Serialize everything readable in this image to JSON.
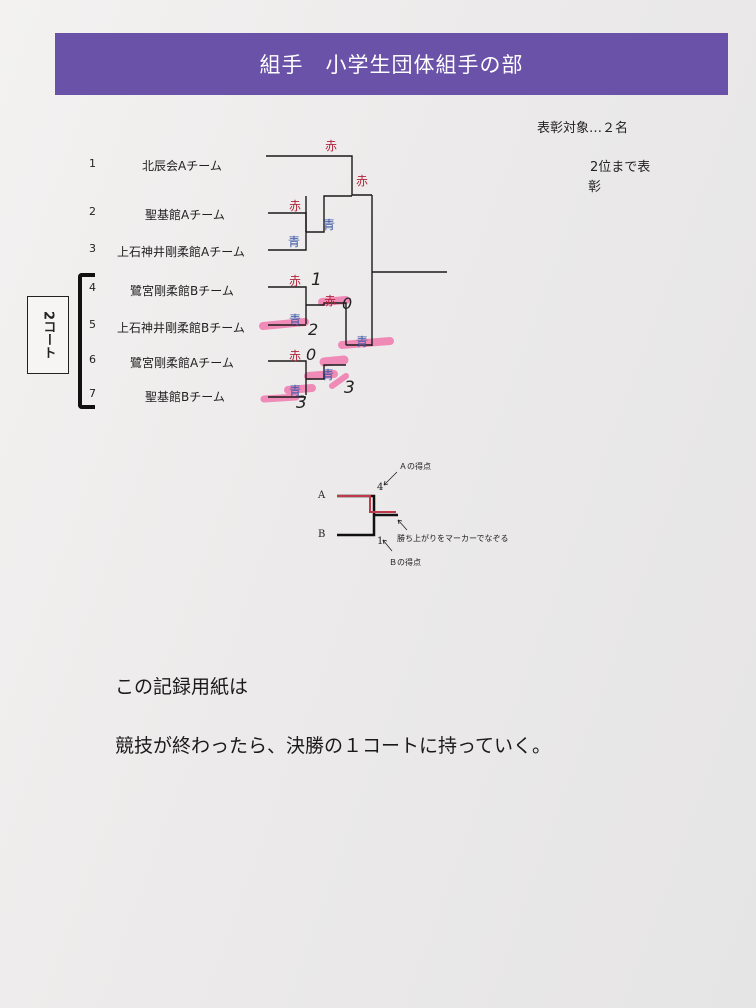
{
  "title": "組手　小学生団体組手の部",
  "award": {
    "target": "表彰対象…２名",
    "note_line1": "2位まで表",
    "note_line2": "彰"
  },
  "entries": [
    {
      "no": "1",
      "team": "北辰会Aチーム"
    },
    {
      "no": "2",
      "team": "聖基館Aチーム"
    },
    {
      "no": "3",
      "team": "上石神井剛柔館Aチーム"
    },
    {
      "no": "4",
      "team": "鷺宮剛柔館Bチーム"
    },
    {
      "no": "5",
      "team": "上石神井剛柔館Bチーム"
    },
    {
      "no": "6",
      "team": "鷺宮剛柔館Aチーム"
    },
    {
      "no": "7",
      "team": "聖基館Bチーム"
    }
  ],
  "court": "2コート",
  "results": {
    "red": "赤",
    "blue": "青"
  },
  "handwritten_scores": [
    "1",
    "2",
    "0",
    "3",
    "0",
    "3"
  ],
  "example": {
    "a_label": "A",
    "b_label": "B",
    "a_score": "4",
    "b_score": "1",
    "a_caption": "Ａの得点",
    "b_caption": "Ｂの得点",
    "marker_caption": "勝ち上がりをマーカーでなぞる"
  },
  "footer": {
    "line1": "この記録用紙は",
    "line2": "競技が終わったら、決勝の１コートに持っていく。"
  },
  "colors": {
    "banner": "#6a52a8",
    "red_mark": "#b2253a",
    "blue_mark": "#3a55a6",
    "highlighter": "#f06aa6"
  }
}
